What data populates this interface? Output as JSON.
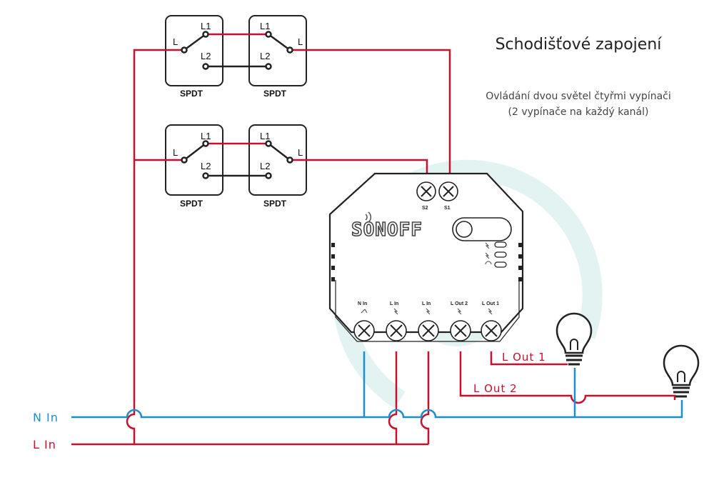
{
  "title": "Schodišťové zapojení",
  "subtitle_lines": [
    "Ovládání dvou světel čtyřmi vypínači",
    "(2 vypínače na každý kanál)"
  ],
  "switches": [
    {
      "type": "SPDT",
      "common": "L",
      "pos1": "L1",
      "pos2": "L2"
    },
    {
      "type": "SPDT",
      "common": "L",
      "pos1": "L1",
      "pos2": "L2"
    },
    {
      "type": "SPDT",
      "common": "L",
      "pos1": "L1",
      "pos2": "L2"
    },
    {
      "type": "SPDT",
      "common": "L",
      "pos1": "L1",
      "pos2": "L2"
    }
  ],
  "device": {
    "brand": "SONOFF",
    "top_terminals": [
      "S2",
      "S1"
    ],
    "bottom_terminals": [
      "N In",
      "L In",
      "L In",
      "L Out 2",
      "L Out 1"
    ]
  },
  "wire_labels": {
    "out1": "L Out 1",
    "out2": "L Out 2",
    "neutral": "N In",
    "line": "L In"
  },
  "colors": {
    "line_wire": "#c8102e",
    "neutral_wire": "#1a8fcf",
    "switch_wire": "#222222",
    "watermark": "#e3f3f2"
  }
}
